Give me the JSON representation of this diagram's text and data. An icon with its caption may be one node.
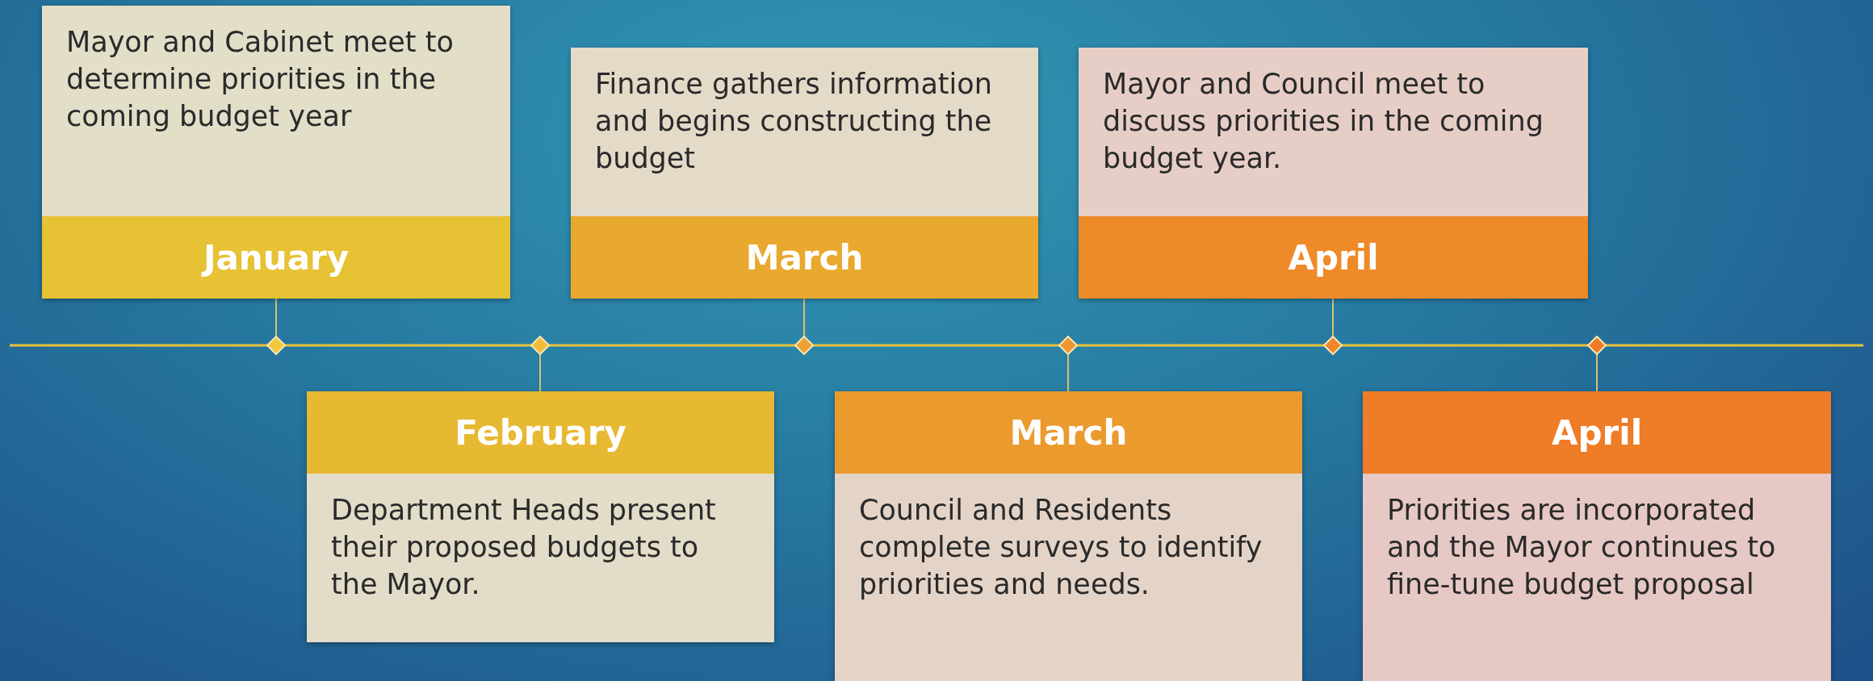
{
  "diagram": {
    "nodes": [
      {
        "text": [
          "Mayor and Cabinet meet to determine priorities in the coming budget year",
          "January"
        ]
      },
      {
        "text": [
          "Finance gathers information and begins constructing the budget",
          "March"
        ]
      },
      {
        "text": [
          "Mayor and Council meet to discuss priorities in the coming budget year.",
          "April"
        ]
      },
      {
        "text": [],
        "shape": "diamond"
      },
      {
        "text": [],
        "shape": "diamond"
      },
      {
        "text": [],
        "shape": "diamond"
      },
      {
        "text": [],
        "shape": "diamond"
      },
      {
        "text": [],
        "shape": "diamond"
      },
      {
        "text": [],
        "shape": "diamond"
      },
      {
        "text": [
          "February",
          "Department Heads present their proposed budgets to the Mayor."
        ]
      },
      {
        "text": [
          "March",
          "Council and Residents complete surveys to identify priorities and needs."
        ]
      },
      {
        "text": [
          "April",
          "Priorities are incorporated and the Mayor continues to fine-tune budget proposal"
        ]
      }
    ],
    "edges": [
      {
        "from": 0,
        "to": 3,
        "arrow": "none"
      },
      {
        "from": 9,
        "to": 4,
        "arrow": "none"
      },
      {
        "from": 1,
        "to": 5,
        "arrow": "none"
      },
      {
        "from": 10,
        "to": 6,
        "arrow": "none"
      },
      {
        "from": 2,
        "to": 7,
        "arrow": "none"
      },
      {
        "from": 11,
        "to": 8,
        "arrow": "none"
      }
    ]
  }
}
